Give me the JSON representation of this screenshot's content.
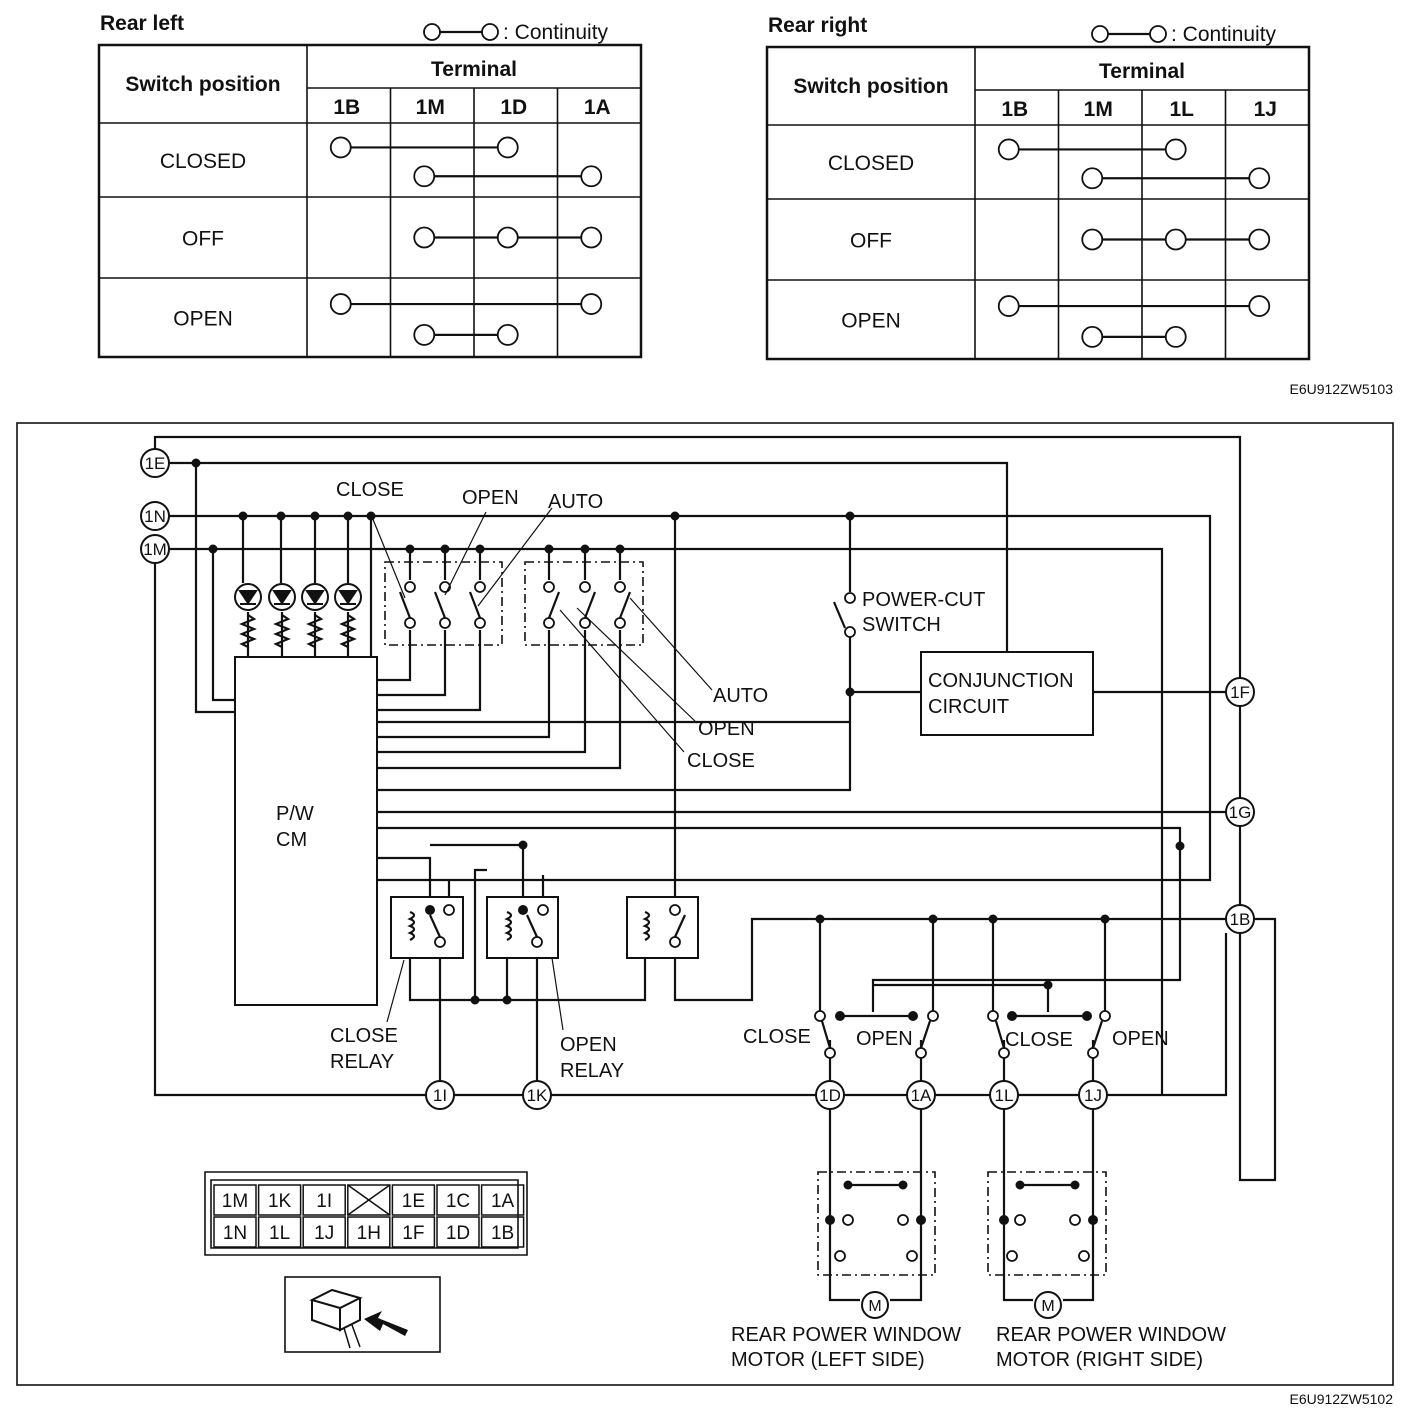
{
  "continuity_legend": ": Continuity",
  "tables": [
    {
      "title": "Rear left",
      "switch_position_header": "Switch position",
      "terminal_header": "Terminal",
      "terminals": [
        "1B",
        "1M",
        "1D",
        "1A"
      ],
      "rows": [
        {
          "label": "CLOSED",
          "connections": [
            [
              "1B",
              "1D"
            ],
            [
              "1M",
              "1A"
            ]
          ]
        },
        {
          "label": "OFF",
          "connections": [
            [
              "1M",
              "1D",
              "1A"
            ]
          ]
        },
        {
          "label": "OPEN",
          "connections": [
            [
              "1B",
              "1A"
            ],
            [
              "1M",
              "1D"
            ]
          ]
        }
      ]
    },
    {
      "title": "Rear right",
      "switch_position_header": "Switch position",
      "terminal_header": "Terminal",
      "terminals": [
        "1B",
        "1M",
        "1L",
        "1J"
      ],
      "rows": [
        {
          "label": "CLOSED",
          "connections": [
            [
              "1B",
              "1L"
            ],
            [
              "1M",
              "1J"
            ]
          ]
        },
        {
          "label": "OFF",
          "connections": [
            [
              "1M",
              "1L",
              "1J"
            ]
          ]
        },
        {
          "label": "OPEN",
          "connections": [
            [
              "1B",
              "1J"
            ],
            [
              "1M",
              "1L"
            ]
          ]
        }
      ]
    }
  ],
  "figure_codes": {
    "top": "E6U912ZW5103",
    "bottom": "E6U912ZW5102"
  },
  "diagram": {
    "terminals": [
      "1E",
      "1N",
      "1M",
      "1F",
      "1G",
      "1B",
      "1I",
      "1K",
      "1D",
      "1A",
      "1L",
      "1J"
    ],
    "labels": {
      "close_top": "CLOSE",
      "open_top": "OPEN",
      "auto_top": "AUTO",
      "power_cut_1": "POWER-CUT",
      "power_cut_2": "SWITCH",
      "conjunction_1": "CONJUNCTION",
      "conjunction_2": "CIRCUIT",
      "auto_mid": "AUTO",
      "open_mid": "OPEN",
      "close_mid": "CLOSE",
      "pwcm_1": "P/W",
      "pwcm_2": "CM",
      "close_relay_1": "CLOSE",
      "close_relay_2": "RELAY",
      "open_relay_1": "OPEN",
      "open_relay_2": "RELAY",
      "close_left": "CLOSE",
      "open_left": "OPEN",
      "close_right": "CLOSE",
      "open_right": "OPEN",
      "motor_left_1": "REAR POWER WINDOW",
      "motor_left_2": "MOTOR (LEFT SIDE)",
      "motor_right_1": "REAR POWER WINDOW",
      "motor_right_2": "MOTOR (RIGHT SIDE)",
      "motor_symbol": "M"
    },
    "connector": {
      "top_row": [
        "1M",
        "1K",
        "1I",
        "",
        "1E",
        "1C",
        "1A"
      ],
      "bottom_row": [
        "1N",
        "1L",
        "1J",
        "1H",
        "1F",
        "1D",
        "1B"
      ]
    }
  }
}
